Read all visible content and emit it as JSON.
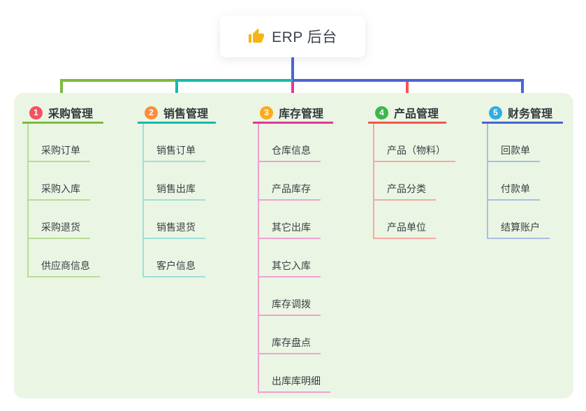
{
  "root": {
    "icon": "thumbs-up-icon",
    "title": "ERP 后台"
  },
  "colors": {
    "canvas_background": "#eaf6e3",
    "root_connector": "#4c63d4",
    "trunk_segments": [
      "#7cba40",
      "#17b9ad",
      "#4c63d4"
    ]
  },
  "branches": [
    {
      "badge": "1",
      "label": "采购管理",
      "badge_color": "#f4525f",
      "line_color": "#7cba40",
      "child_line_color": "#b9dc96",
      "items": [
        "采购订单",
        "采购入库",
        "采购退货",
        "供应商信息"
      ]
    },
    {
      "badge": "2",
      "label": "销售管理",
      "badge_color": "#fb8d3e",
      "line_color": "#17b9ad",
      "child_line_color": "#9fdfd9",
      "items": [
        "销售订单",
        "销售出库",
        "销售退货",
        "客户信息"
      ]
    },
    {
      "badge": "3",
      "label": "库存管理",
      "badge_color": "#fbab1c",
      "line_color": "#e0389c",
      "child_line_color": "#f0a1d1",
      "items": [
        "仓库信息",
        "产品库存",
        "其它出库",
        "其它入库",
        "库存调拨",
        "库存盘点",
        "出库库明细"
      ]
    },
    {
      "badge": "4",
      "label": "产品管理",
      "badge_color": "#3eb550",
      "line_color": "#f5544e",
      "child_line_color": "#f8a7a2",
      "items": [
        "产品（物料）",
        "产品分类",
        "产品单位"
      ]
    },
    {
      "badge": "5",
      "label": "财务管理",
      "badge_color": "#2fade4",
      "line_color": "#4565d2",
      "child_line_color": "#a9bce8",
      "items": [
        "回款单",
        "付款单",
        "结算账户"
      ]
    }
  ]
}
